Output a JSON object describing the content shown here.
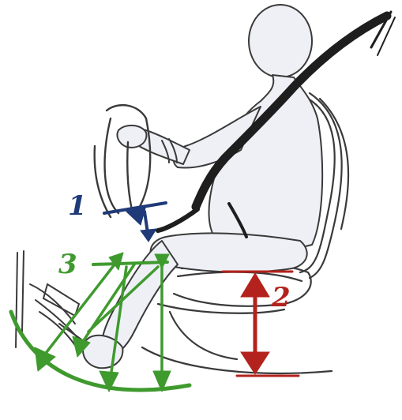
{
  "labels": {
    "one": {
      "text": "1",
      "color": "#1f3a78"
    },
    "two": {
      "text": "2",
      "color": "#b3221c"
    },
    "three": {
      "text": "3",
      "color": "#3f9a2e"
    }
  },
  "colors": {
    "pencil": "#3a3a3a",
    "figure_fill": "#eef0f6",
    "belt": "#1e1e1e",
    "annotation_blue": "#1f3a78",
    "annotation_red": "#b3221c",
    "annotation_green": "#3f9a2e"
  }
}
